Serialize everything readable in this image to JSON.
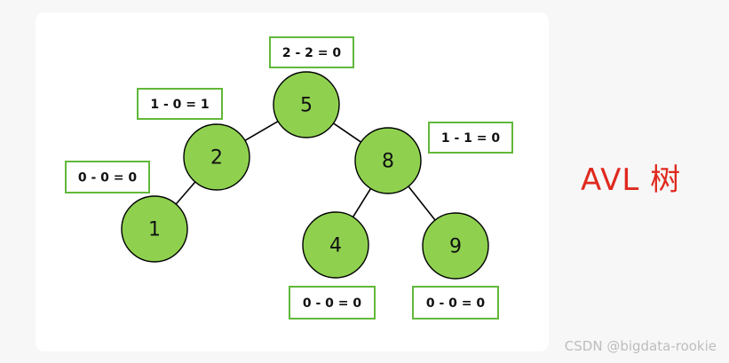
{
  "side_title": "AVL 树",
  "watermark": "CSDN @bigdata-rookie",
  "tree": {
    "nodes": [
      {
        "id": "n5",
        "label": "5"
      },
      {
        "id": "n2",
        "label": "2"
      },
      {
        "id": "n8",
        "label": "8"
      },
      {
        "id": "n1",
        "label": "1"
      },
      {
        "id": "n4",
        "label": "4"
      },
      {
        "id": "n9",
        "label": "9"
      }
    ],
    "edges": [
      {
        "from": "n5",
        "to": "n2"
      },
      {
        "from": "n5",
        "to": "n8"
      },
      {
        "from": "n2",
        "to": "n1"
      },
      {
        "from": "n8",
        "to": "n4"
      },
      {
        "from": "n8",
        "to": "n9"
      }
    ],
    "balance_labels": [
      {
        "node": "n5",
        "text": "2 - 2 = 0"
      },
      {
        "node": "n2",
        "text": "1 - 0 = 1"
      },
      {
        "node": "n8",
        "text": "1 - 1 = 0"
      },
      {
        "node": "n1",
        "text": "0 - 0 = 0"
      },
      {
        "node": "n4",
        "text": "0 - 0 = 0"
      },
      {
        "node": "n9",
        "text": "0 - 0 = 0"
      }
    ],
    "colors": {
      "node_fill": "#8fd14f",
      "label_border": "#61b83a",
      "title_red": "#e0291f"
    }
  }
}
